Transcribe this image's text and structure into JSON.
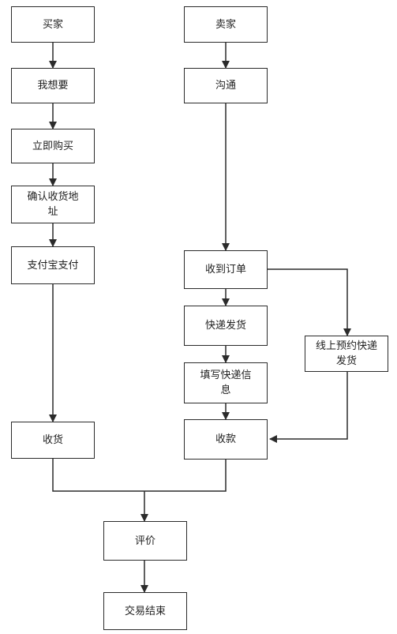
{
  "buyer": {
    "start": "买家",
    "want": "我想要",
    "buy_now": "立即购买",
    "confirm_address": "确认收货地址",
    "alipay_pay": "支付宝支付",
    "receive_goods": "收货"
  },
  "seller": {
    "start": "卖家",
    "communicate": "沟通",
    "receive_order": "收到订单",
    "express_ship": "快递发货",
    "fill_express_info": "填写快递信息",
    "online_booking_ship": "线上预约快递发货",
    "receive_payment": "收款"
  },
  "end": {
    "review": "评价",
    "transaction_end": "交易结束"
  },
  "colors": {
    "line": "#2b2b2b",
    "box_border": "#2b2b2b",
    "box_fill": "#ffffff",
    "text": "#222222"
  }
}
